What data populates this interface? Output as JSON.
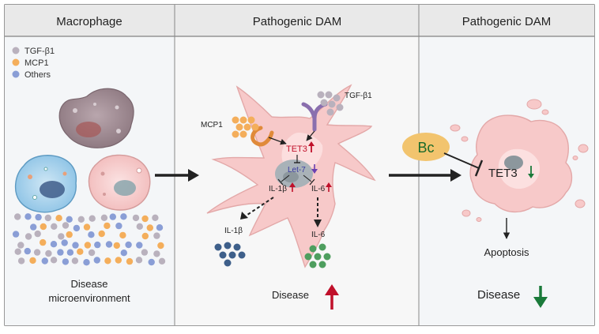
{
  "panels": {
    "left_title": "Macrophage",
    "middle_title": "Pathogenic DAM",
    "right_title": "Pathogenic DAM"
  },
  "legend": {
    "items": [
      {
        "label": "TGF-β1",
        "color": "#b9b1bd"
      },
      {
        "label": "MCP1",
        "color": "#f4ae5b"
      },
      {
        "label": "Others",
        "color": "#8a9ed6"
      }
    ]
  },
  "left": {
    "env_label_line1": "Disease",
    "env_label_line2": "microenvironment"
  },
  "middle": {
    "mcp1_label": "MCP1",
    "tgf_label": "TGF-β1",
    "tet3_label": "TET3",
    "let7_label": "Let-7",
    "il1b_inner_label": "IL-1β",
    "il6_inner_label": "IL-6",
    "il1b_out_label": "IL-1β",
    "il6_out_label": "IL-6",
    "disease_label": "Disease"
  },
  "right": {
    "bc_label": "Bc",
    "tet3_label": "TET3",
    "apoptosis_label": "Apoptosis",
    "disease_label": "Disease"
  },
  "colors": {
    "up_arrow": "#c0102a",
    "down_arrow": "#1a7a3a",
    "tet3_red": "#c0102a",
    "let7_blue": "#3a3aa0",
    "bc_fill": "#f2c46e",
    "bc_text": "#1a6a2a",
    "dam_cell": "#f7c9c9",
    "il1b_dots": "#3e5f8a",
    "il6_dots": "#4e9e5e"
  }
}
